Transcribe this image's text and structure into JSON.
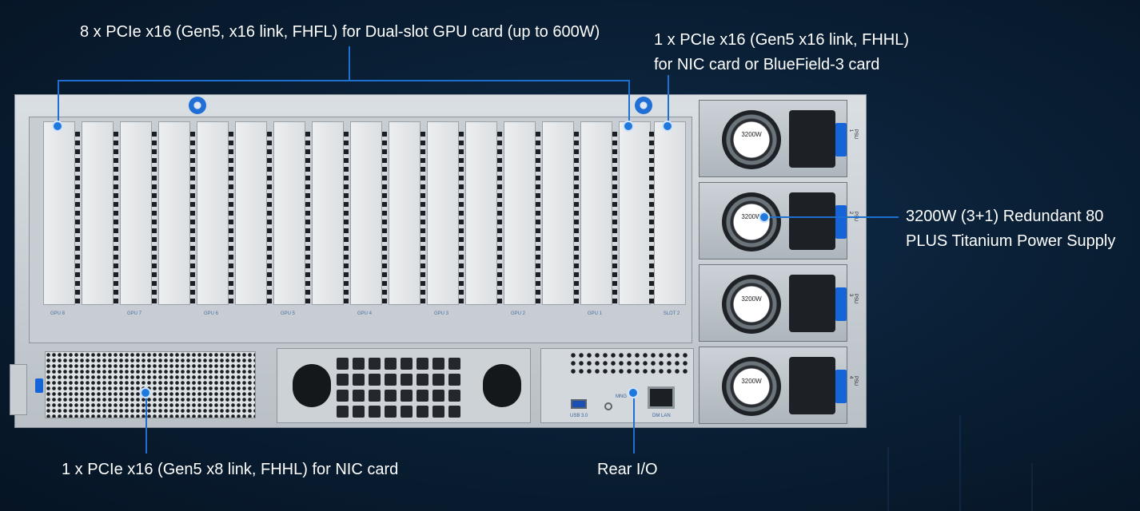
{
  "callouts": {
    "gpu_slots": "8 x PCIe x16 (Gen5, x16 link, FHFL) for Dual-slot GPU card (up to 600W)",
    "nic_top_line1": "1 x PCIe x16 (Gen5 x16 link, FHHL)",
    "nic_top_line2": "for NIC card or BlueField-3 card",
    "psu_line1": "3200W (3+1) Redundant 80",
    "psu_line2": "PLUS Titanium Power Supply",
    "nic_bottom": "1 x PCIe x16 (Gen5 x8 link, FHHL) for NIC card",
    "rear_io": "Rear I/O"
  },
  "slot_labels": [
    "GPU 8",
    "GPU 7",
    "GPU 6",
    "GPU 5",
    "GPU 4",
    "GPU 3",
    "GPU 2",
    "GPU 1",
    "SLOT 2"
  ],
  "psu": {
    "fan_label": "3200W",
    "units": [
      "PSU 1",
      "PSU 2",
      "PSU 3",
      "PSU 4"
    ]
  },
  "rear_io": {
    "usb_label": "USB 3.0",
    "mng_label": "MNG",
    "lan_label": "DM LAN"
  },
  "colors": {
    "accent": "#1f78dc",
    "background": "#0a2036",
    "text": "#ffffff"
  }
}
